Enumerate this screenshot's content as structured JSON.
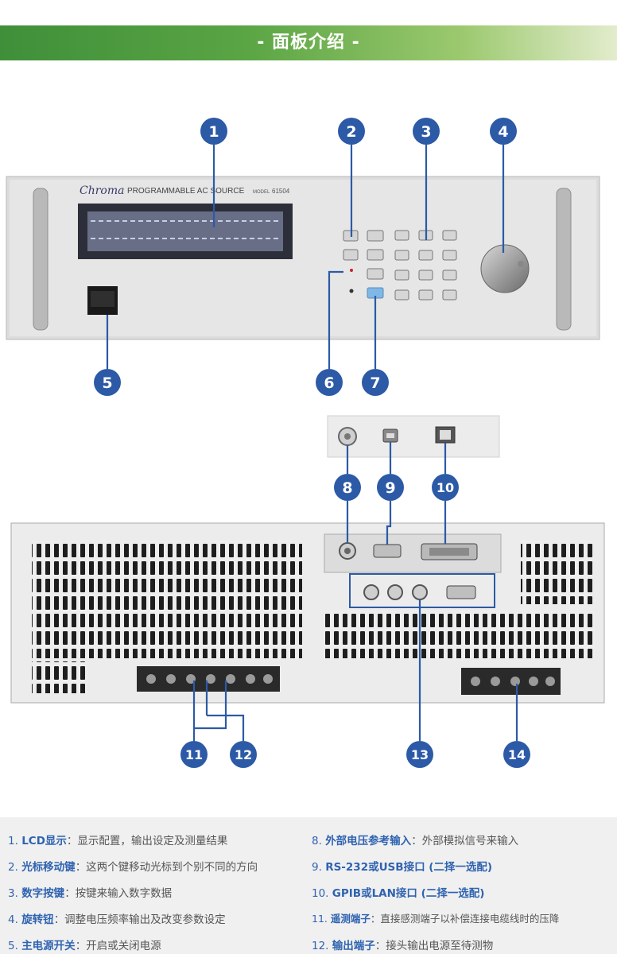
{
  "header": {
    "title": "- 面板介绍 -"
  },
  "front_panel": {
    "brand": "Chroma",
    "product": "PROGRAMMABLE AC SOURCE",
    "model_label": "MODEL",
    "model": "61504"
  },
  "callouts": [
    "1",
    "2",
    "3",
    "4",
    "5",
    "6",
    "7",
    "8",
    "9",
    "10",
    "11",
    "12",
    "13",
    "14"
  ],
  "colors": {
    "callout_fill": "#2c5aa6",
    "header_start": "#3f8f3a",
    "legend_bg": "#f0f0f0",
    "legend_accent": "#2f63b0"
  },
  "legend": [
    {
      "num": "1.",
      "title": "LCD显示",
      "desc": "：显示配置，输出设定及测量结果"
    },
    {
      "num": "2.",
      "title": "光标移动键",
      "desc": "：这两个键移动光标到个别不同的方向"
    },
    {
      "num": "3.",
      "title": "数字按键",
      "desc": "：按键来输入数字数据"
    },
    {
      "num": "4.",
      "title": "旋转钮",
      "desc": "：调整电压频率输出及改变参数设定"
    },
    {
      "num": "5.",
      "title": "主电源开关",
      "desc": "：开启或关闭电源"
    },
    {
      "num": "8.",
      "title": "外部电压参考输入",
      "desc": "：外部模拟信号来输入"
    },
    {
      "num": "9.",
      "title": "RS-232或USB接口 (二择一选配)",
      "desc": ""
    },
    {
      "num": "10.",
      "title": "GPIB或LAN接口 (二择一选配)",
      "desc": ""
    },
    {
      "num": "11.",
      "title": "遥测端子",
      "desc": "：直接感测端子以补偿连接电缆线时的压降"
    },
    {
      "num": "12.",
      "title": "输出端子",
      "desc": "：接头输出电源至待测物"
    }
  ]
}
